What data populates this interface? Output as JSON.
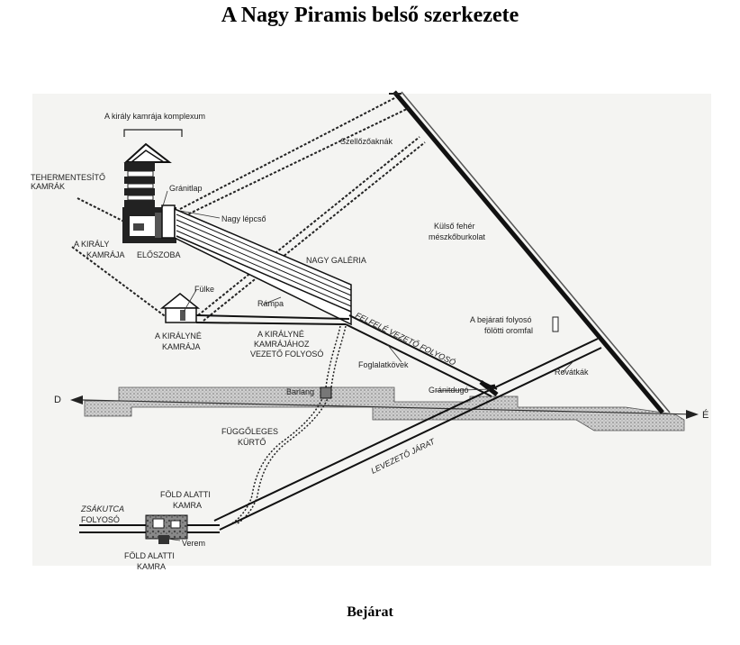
{
  "title": "A Nagy Piramis belső szerkezete",
  "caption": "Bejárat",
  "labels": {
    "kings_complex": "A király kamrája komplexum",
    "relieving_1": "TEHERMENTESÍTŐ",
    "relieving_2": "KAMRÁK",
    "granite_slab": "Gránitlap",
    "great_step": "Nagy lépcső",
    "air_shafts": "Szellőzőaknák",
    "casing_1": "Külső fehér",
    "casing_2": "mészkőburkolat",
    "kings_chamber_1": "A KIRÁLY",
    "kings_chamber_2": "KAMRÁJA",
    "antechamber": "ELŐSZOBA",
    "grand_gallery": "NAGY GALÉRIA",
    "niche": "Fülke",
    "ramp": "Rámpa",
    "ascending": "FELFELÉ VEZETŐ FOLYOSÓ",
    "entrance_gable_1": "A bejárati folyosó",
    "entrance_gable_2": "fölötti oromfal",
    "queens_chamber_1": "A KIRÁLYNÉ",
    "queens_chamber_2": "KAMRÁJA",
    "queens_passage_1": "A KIRÁLYNÉ",
    "queens_passage_2": "KAMRÁJÁHOZ",
    "queens_passage_3": "VEZETŐ FOLYOSÓ",
    "girdle_stones": "Foglalatkövek",
    "grooves": "Rovátkák",
    "west": "D",
    "east": "É",
    "grotto": "Barlang",
    "granite_plug": "Gránitdugó",
    "well_shaft_1": "FÜGGŐLEGES",
    "well_shaft_2": "KÜRTŐ",
    "descending": "LEVEZETŐ JÁRAT",
    "underground_1": "FÖLD ALATTI",
    "underground_2": "KAMRA",
    "dead_end_1": "ZSÁKUTCA",
    "dead_end_2": "FOLYOSÓ",
    "pit": "Verem",
    "underground_b1": "FÖLD ALATTI",
    "underground_b2": "KAMRA"
  }
}
